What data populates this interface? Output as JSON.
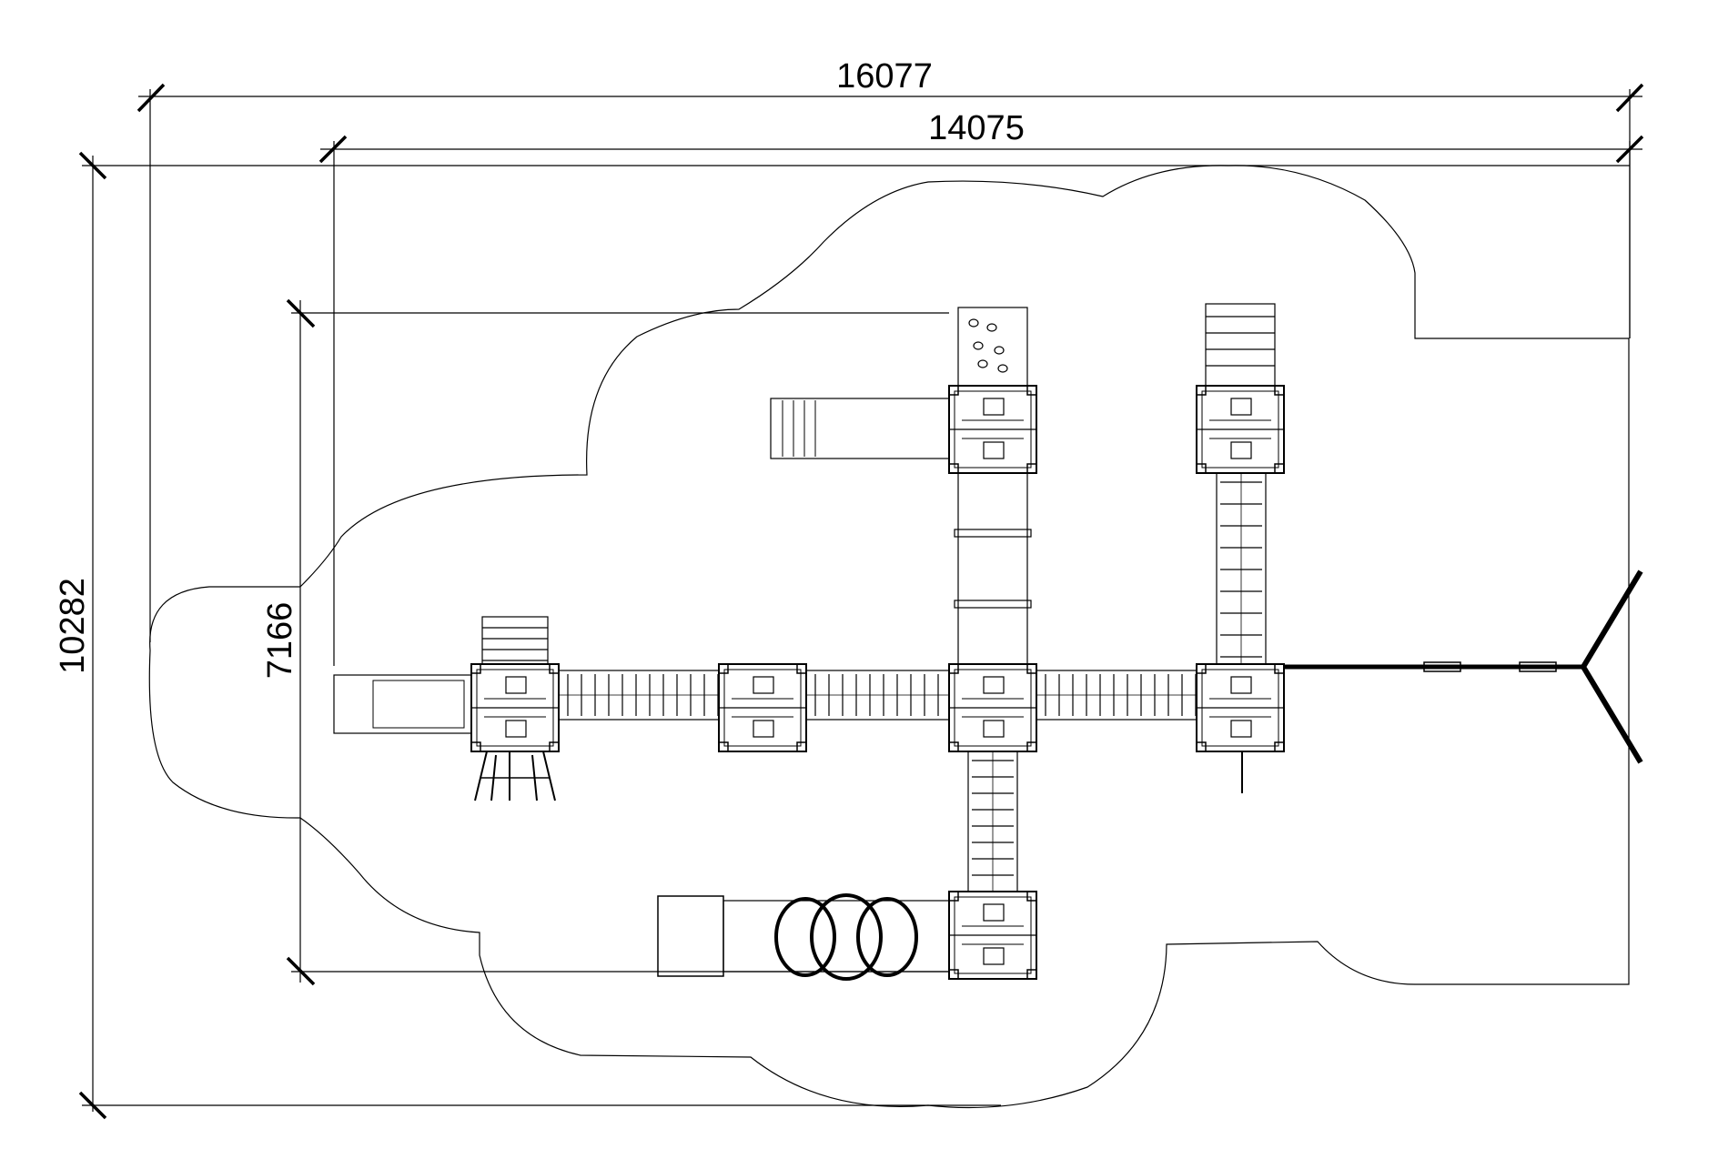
{
  "dimensions": {
    "overall_width": "16077",
    "playground_width": "14075",
    "overall_depth": "10282",
    "playground_depth": "7166"
  }
}
